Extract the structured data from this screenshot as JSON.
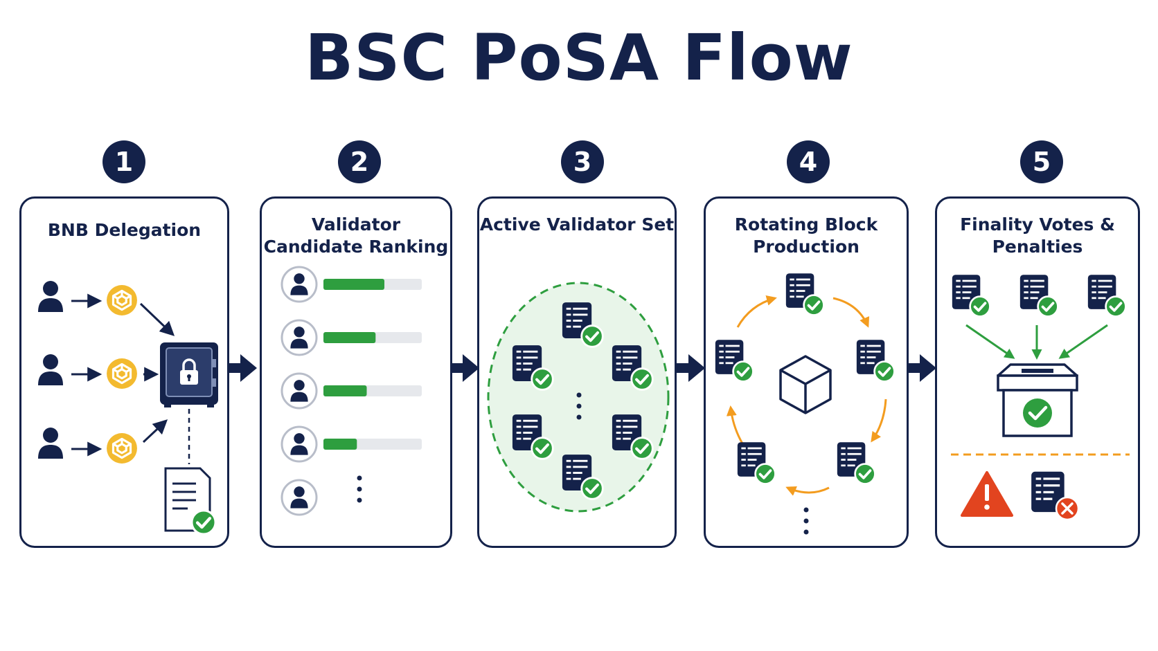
{
  "title": "BSC PoSA Flow",
  "steps": [
    {
      "number": "1",
      "title": "BNB Delegation"
    },
    {
      "number": "2",
      "title": "Validator Candidate Ranking"
    },
    {
      "number": "3",
      "title": "Active Validator Set"
    },
    {
      "number": "4",
      "title": "Rotating Block Production"
    },
    {
      "number": "5",
      "title": "Finality Votes & Penalties"
    }
  ],
  "ranking_bars": [
    0.62,
    0.53,
    0.44,
    0.34
  ],
  "colors": {
    "navy": "#14224a",
    "green": "#2e9e3f",
    "orange": "#f5a623",
    "bnb_gold": "#f3ba2f",
    "red": "#e2441f",
    "light_green_fill": "#e8f5e9"
  }
}
